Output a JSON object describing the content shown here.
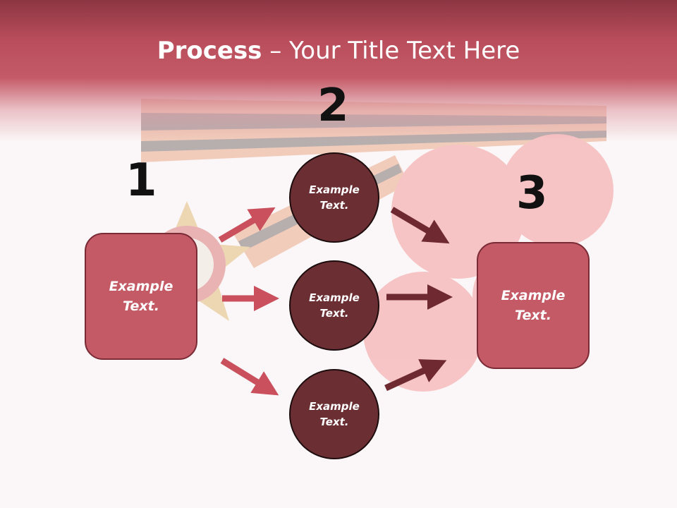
{
  "title": {
    "bold": "Process",
    "rest": " – Your Title Text Here"
  },
  "steps": {
    "one": "1",
    "two": "2",
    "three": "3"
  },
  "left_box": {
    "line1": "Example",
    "line2": "Text."
  },
  "right_box": {
    "line1": "Example",
    "line2": "Text."
  },
  "circles": [
    {
      "line1": "Example",
      "line2": "Text."
    },
    {
      "line1": "Example",
      "line2": "Text."
    },
    {
      "line1": "Example",
      "line2": "Text."
    }
  ],
  "colors": {
    "header": "#b94d5b",
    "box": "#c45a65",
    "circle": "#6b2f33",
    "arrow_light": "#c9505c",
    "arrow_dark": "#6e2a30"
  }
}
